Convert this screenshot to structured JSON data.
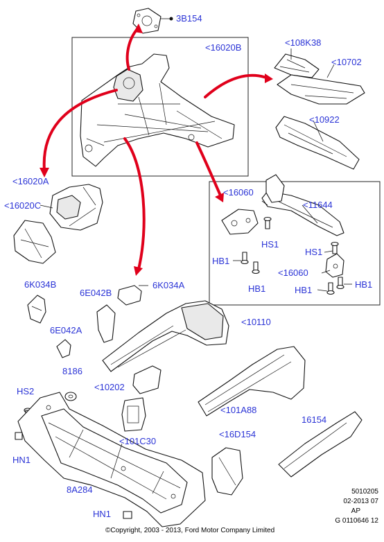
{
  "labels": {
    "p3B154": "3B154",
    "p16020B": "<16020B",
    "p108K38": "<108K38",
    "p10702": "<10702",
    "p10922": "<10922",
    "p16020A": "<16020A",
    "p16020C": "<16020C",
    "p16060a": "<16060",
    "p11644": "<11644",
    "hs1a": "HS1",
    "hs1b": "HS1",
    "hb1a": "HB1",
    "hb1b": "HB1",
    "hb1c": "HB1",
    "hb1d": "HB1",
    "p16060b": "<16060",
    "p6K034B": "6K034B",
    "p6E042B": "6E042B",
    "p6K034A": "6K034A",
    "p10110": "<10110",
    "p6E042A": "6E042A",
    "p8186": "8186",
    "p10202": "<10202",
    "p101A88": "<101A88",
    "hs2": "HS2",
    "p16154": "16154",
    "p101C30": "<101C30",
    "p16D154": "<16D154",
    "hn1a": "HN1",
    "p8A284": "8A284",
    "hn1b": "HN1"
  },
  "meta": {
    "code1": "5010205",
    "code2": "02-2013 07",
    "code3": "AP",
    "code4": "G 0110646 12",
    "copyright": "©Copyright, 2003 - 2013, Ford Motor Company Limited"
  },
  "colors": {
    "label": "#2a33d6",
    "arrow": "#e0001b",
    "line": "#111111"
  }
}
